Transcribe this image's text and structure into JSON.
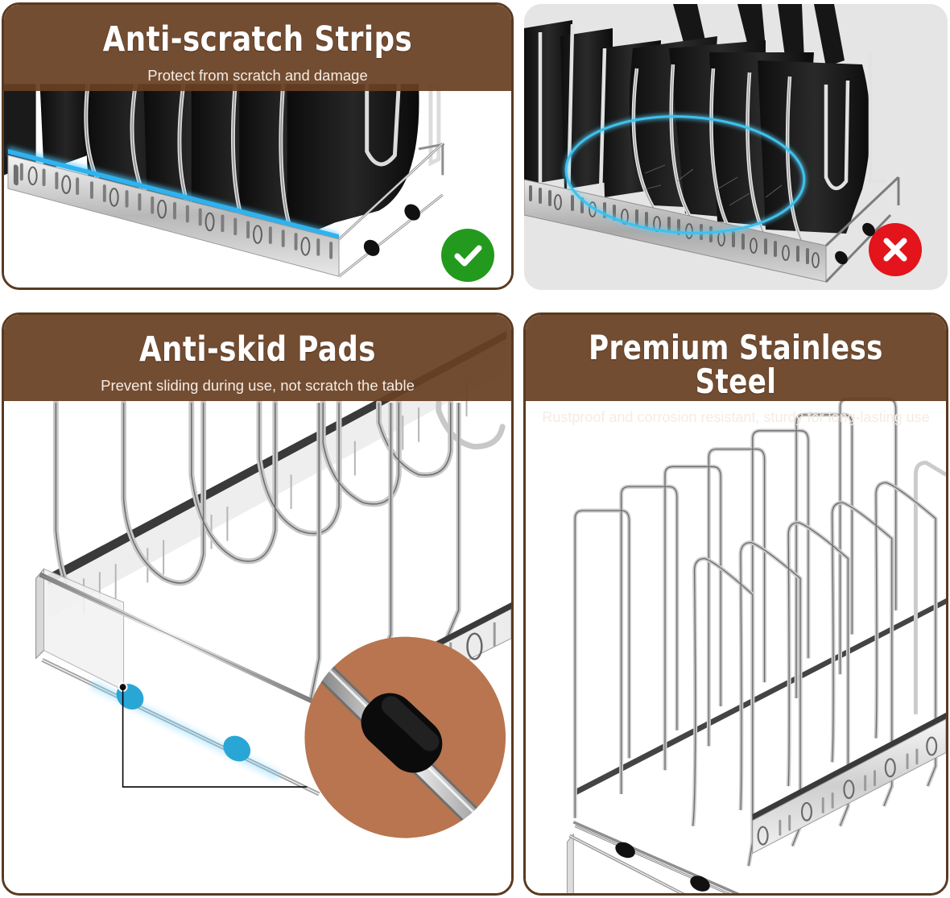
{
  "panels": [
    {
      "id": "anti-scratch",
      "title": "Anti-scratch Strips",
      "subtitle": "Protect from scratch and damage",
      "status_icon": "checkmark-icon",
      "status_color": "#239a1e",
      "highlight_color": "#33b6ee"
    },
    {
      "id": "without-strips",
      "status_icon": "cross-icon",
      "status_color": "#e3141b",
      "highlight_color": "#3fc1ec"
    },
    {
      "id": "anti-skid",
      "title": "Anti-skid Pads",
      "subtitle": "Prevent sliding during use, not scratch the table",
      "pad_color": "#2aa6d6",
      "zoom_bg_color": "#b87550"
    },
    {
      "id": "stainless",
      "title": "Premium Stainless Steel",
      "subtitle": "Rustproof and corrosion resistant, sturdy for long-lasting use"
    }
  ],
  "colors": {
    "banner": "#684022",
    "border": "#5a3a20",
    "grey_panel": "#e5e5e5"
  }
}
